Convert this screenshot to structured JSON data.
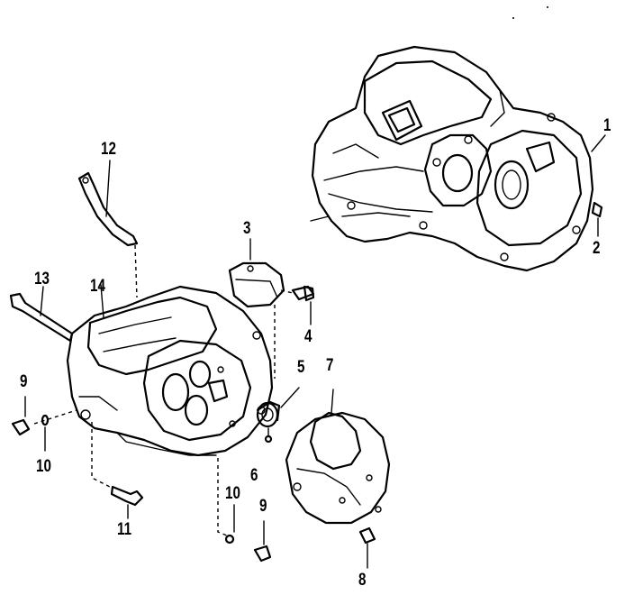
{
  "diagram": {
    "callouts": [
      {
        "id": "1",
        "label": "1"
      },
      {
        "id": "2",
        "label": "2"
      },
      {
        "id": "3",
        "label": "3"
      },
      {
        "id": "4",
        "label": "4"
      },
      {
        "id": "5",
        "label": "5"
      },
      {
        "id": "6",
        "label": "6"
      },
      {
        "id": "7",
        "label": "7"
      },
      {
        "id": "8",
        "label": "8"
      },
      {
        "id": "9a",
        "label": "9"
      },
      {
        "id": "9b",
        "label": "9"
      },
      {
        "id": "10a",
        "label": "10"
      },
      {
        "id": "10b",
        "label": "10"
      },
      {
        "id": "11",
        "label": "11"
      },
      {
        "id": "12",
        "label": "12"
      },
      {
        "id": "13",
        "label": "13"
      },
      {
        "id": "14",
        "label": "14"
      }
    ]
  }
}
